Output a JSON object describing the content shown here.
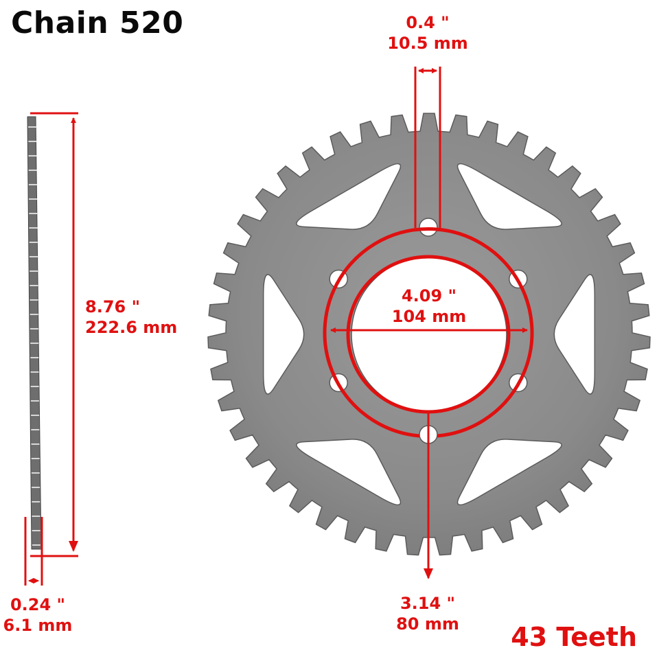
{
  "title": "Chain 520",
  "teeth_label": "43 Teeth",
  "accent_color": "#e01010",
  "dimensions": {
    "tooth_width": {
      "inch": "0.4 \"",
      "mm": "10.5 mm"
    },
    "outer_diameter": {
      "inch": "8.76 \"",
      "mm": "222.6 mm"
    },
    "thickness": {
      "inch": "0.24 \"",
      "mm": "6.1 mm"
    },
    "bolt_circle": {
      "inch": "4.09 \"",
      "mm": "104 mm"
    },
    "center_bore": {
      "inch": "3.14 \"",
      "mm": "80 mm"
    }
  },
  "sprocket": {
    "teeth": 43,
    "bolt_holes": 6,
    "windows": 6
  }
}
